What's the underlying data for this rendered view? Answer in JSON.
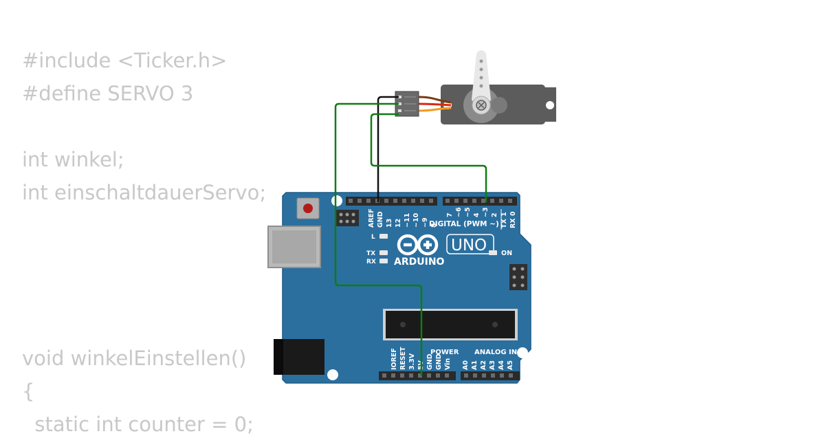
{
  "code": {
    "lines": [
      "#include <Ticker.h>",
      "#define SERVO 3",
      "int winkel;",
      "int einschaltdauerServo;",
      "void winkelEinstellen()",
      "{",
      "  static int counter = 0;"
    ]
  },
  "board": {
    "brand": "ARDUINO",
    "model": "UNO",
    "digital_label": "DIGITAL (PWM ~)",
    "power_label": "POWER",
    "analog_label": "ANALOG IN",
    "on_label": "ON",
    "led_l": "L",
    "led_tx": "TX",
    "led_rx": "RX",
    "digital_pins": [
      "AREF",
      "GND",
      "13",
      "12",
      "~11",
      "~10",
      "~9",
      "8",
      "7",
      "~6",
      "~5",
      "4",
      "~3",
      "2",
      "TX 1",
      "RX 0"
    ],
    "power_pins": [
      "IOREF",
      "RESET",
      "3.3V",
      "5V",
      "GND",
      "GND",
      "Vin"
    ],
    "analog_pins": [
      "A0",
      "A1",
      "A2",
      "A3",
      "A4",
      "A5"
    ]
  },
  "colors": {
    "board": "#2b6f9f",
    "board_edge": "#1f5b85",
    "wire_signal": "#0f7c12",
    "wire_gnd": "#111111",
    "servo_body": "#5c5c5c",
    "servo_horn": "#e8e8e8",
    "code_text": "#c8c8c8"
  }
}
